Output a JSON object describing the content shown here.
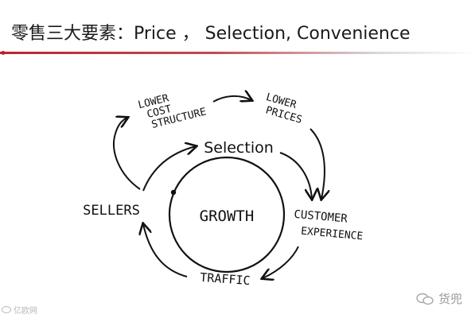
{
  "slide": {
    "title": "零售三大要素：Price ， Selection, Convenience"
  },
  "diagram": {
    "center": "GROWTH",
    "selection": "Selection",
    "sellers": "SELLERS",
    "lower_cost_line1": "LOWER",
    "lower_cost_line2": "COST",
    "lower_cost_line3": "STRUCTURE",
    "lower_prices_line1": "LOWER",
    "lower_prices_line2": "PRICES",
    "customer_line1": "CUSTOMER",
    "customer_line2": "EXPERIENCE",
    "traffic": "TRAFFIC"
  },
  "watermarks": {
    "left": "亿欧网",
    "right": "货兜"
  },
  "colors": {
    "rule_red": "#b8262d",
    "rule_gray": "#c9c9c9",
    "ink": "#111111"
  }
}
